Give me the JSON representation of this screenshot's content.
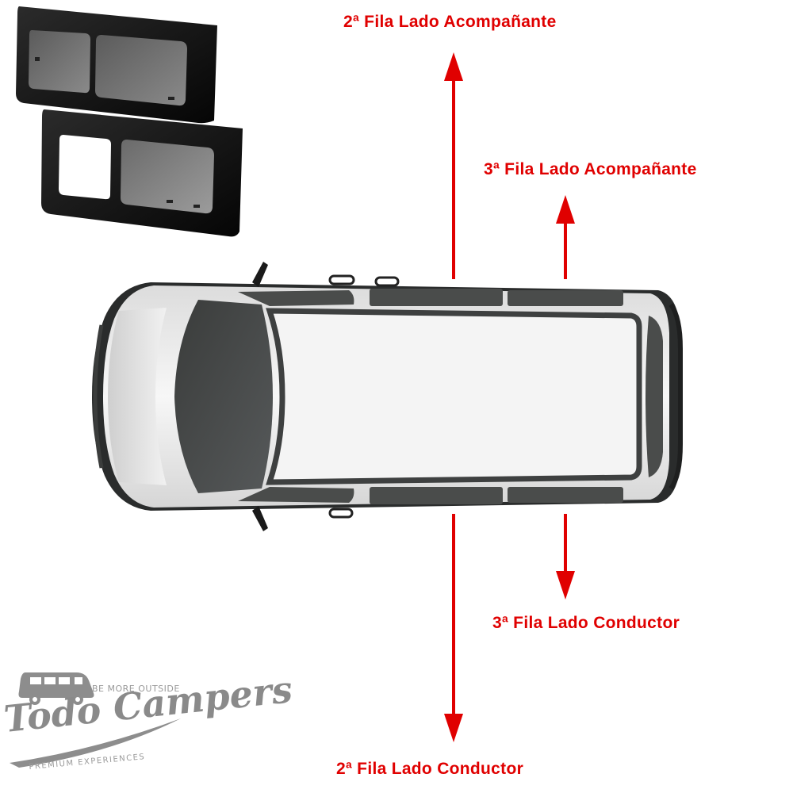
{
  "labels": {
    "row2_passenger": "2ª Fila Lado Acompañante",
    "row3_passenger": "3ª Fila Lado Acompañante",
    "row3_driver": "3ª Fila Lado Conductor",
    "row2_driver": "2ª Fila Lado Conductor"
  },
  "logo": {
    "tagline_top": "BE MORE OUTSIDE",
    "brand": "Todo Campers",
    "tagline_bottom": "PREMIUM EXPERIENCES"
  },
  "colors": {
    "accent": "#e00000",
    "van_body": "#f2f2f2",
    "glass": "#4a4c4b",
    "tint": "#111111"
  },
  "icons": [
    "window-panel-icon",
    "van-top-view-icon",
    "arrow-up-icon",
    "arrow-down-icon",
    "campervan-logo-icon"
  ]
}
